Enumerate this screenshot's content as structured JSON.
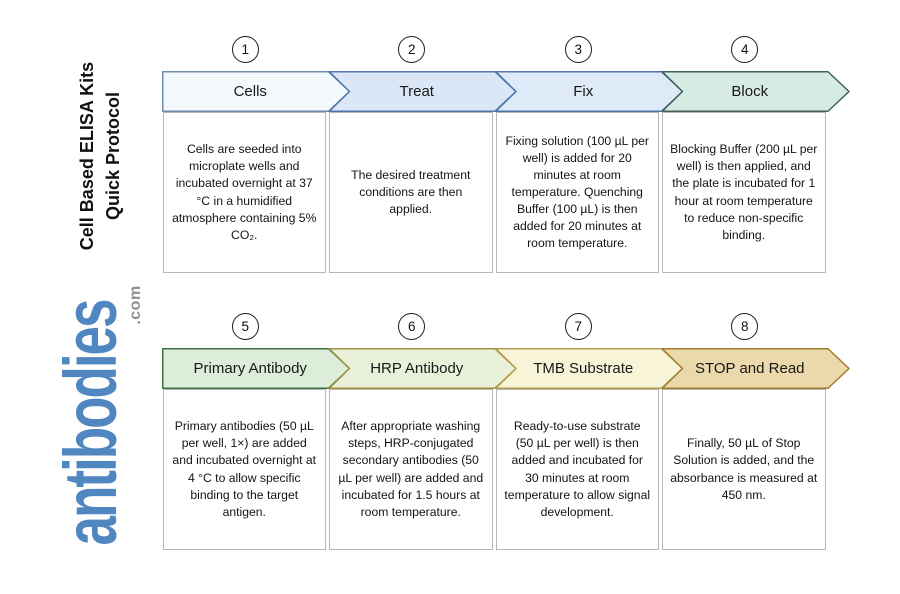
{
  "brand": {
    "heading_line1": "Cell Based ELISA Kits",
    "heading_line2": "Quick Protocol",
    "logo_text": "antibodies",
    "logo_suffix": ".com",
    "logo_color": "#5187c1",
    "logo_suffix_color": "#8f8f8f"
  },
  "steps": [
    {
      "number": "1",
      "label": "Cells",
      "description": "Cells are seeded into microplate wells and incubated overnight at 37 °C in a humidified atmosphere containing 5% CO₂.",
      "fill": "#f4f9fc",
      "border": "#6d8cab"
    },
    {
      "number": "2",
      "label": "Treat",
      "description": "The desired treatment conditions are then applied.",
      "fill": "#dbe7f7",
      "border": "#4e75a8"
    },
    {
      "number": "3",
      "label": "Fix",
      "description": "Fixing solution (100 µL per well) is added for 20 minutes at room temperature. Quenching Buffer (100 µL) is then added for 20 minutes at room temperature.",
      "fill": "#dfeaf8",
      "border": "#4e75a8"
    },
    {
      "number": "4",
      "label": "Block",
      "description": "Blocking Buffer (200 µL per well) is then applied, and the plate is incubated for 1 hour at room temperature to reduce non-specific binding.",
      "fill": "#d6ebe2",
      "border": "#41605a"
    },
    {
      "number": "5",
      "label": "Primary Antibody",
      "description": "Primary antibodies (50 µL per well, 1×) are added and incubated overnight at 4 °C to allow specific binding to the target antigen.",
      "fill": "#dcedda",
      "border": "#3f7040"
    },
    {
      "number": "6",
      "label": "HRP Antibody",
      "description": "After appropriate washing steps, HRP-conjugated secondary antibodies (50 µL per well) are added and incubated for 1.5 hours at room temperature.",
      "fill": "#e9f1da",
      "border": "#a3903f"
    },
    {
      "number": "7",
      "label": "TMB Substrate",
      "description": "Ready-to-use substrate (50 µL per well) is then added and incubated for 30 minutes at room temperature to allow signal development.",
      "fill": "#f8f4d8",
      "border": "#b59c4c"
    },
    {
      "number": "8",
      "label": "STOP and Read",
      "description": "Finally, 50 µL of Stop Solution is added, and the absorbance is measured at 450 nm.",
      "fill": "#ebd8ab",
      "border": "#a17e2d"
    }
  ]
}
